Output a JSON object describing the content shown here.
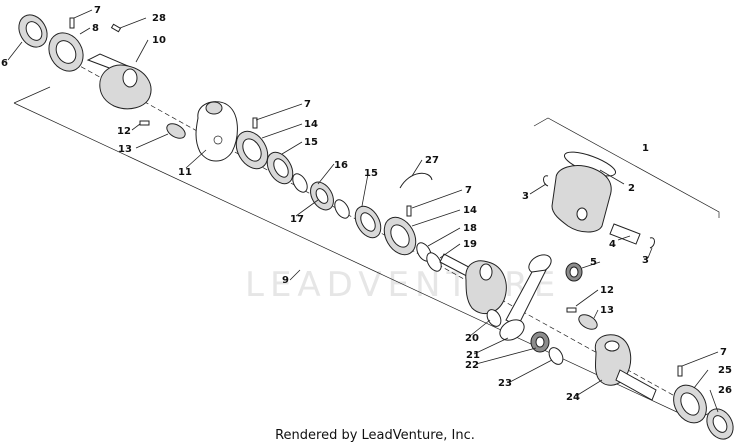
{
  "watermark": "LEADVENTURE",
  "footer": "Rendered by LeadVenture, Inc.",
  "callouts": [
    {
      "id": "c1",
      "text": "1"
    },
    {
      "id": "c2",
      "text": "2"
    },
    {
      "id": "c3a",
      "text": "3"
    },
    {
      "id": "c3b",
      "text": "3"
    },
    {
      "id": "c4",
      "text": "4"
    },
    {
      "id": "c5",
      "text": "5"
    },
    {
      "id": "c6",
      "text": "6"
    },
    {
      "id": "c7a",
      "text": "7"
    },
    {
      "id": "c7b",
      "text": "7"
    },
    {
      "id": "c7c",
      "text": "7"
    },
    {
      "id": "c7d",
      "text": "7"
    },
    {
      "id": "c8",
      "text": "8"
    },
    {
      "id": "c9",
      "text": "9"
    },
    {
      "id": "c10",
      "text": "10"
    },
    {
      "id": "c11",
      "text": "11"
    },
    {
      "id": "c12a",
      "text": "12"
    },
    {
      "id": "c12b",
      "text": "12"
    },
    {
      "id": "c13a",
      "text": "13"
    },
    {
      "id": "c13b",
      "text": "13"
    },
    {
      "id": "c14a",
      "text": "14"
    },
    {
      "id": "c14b",
      "text": "14"
    },
    {
      "id": "c15a",
      "text": "15"
    },
    {
      "id": "c15b",
      "text": "15"
    },
    {
      "id": "c16",
      "text": "16"
    },
    {
      "id": "c17",
      "text": "17"
    },
    {
      "id": "c18",
      "text": "18"
    },
    {
      "id": "c19",
      "text": "19"
    },
    {
      "id": "c20",
      "text": "20"
    },
    {
      "id": "c21",
      "text": "21"
    },
    {
      "id": "c22",
      "text": "22"
    },
    {
      "id": "c23",
      "text": "23"
    },
    {
      "id": "c24",
      "text": "24"
    },
    {
      "id": "c25",
      "text": "25"
    },
    {
      "id": "c26",
      "text": "26"
    },
    {
      "id": "c27",
      "text": "27"
    },
    {
      "id": "c28",
      "text": "28"
    }
  ]
}
